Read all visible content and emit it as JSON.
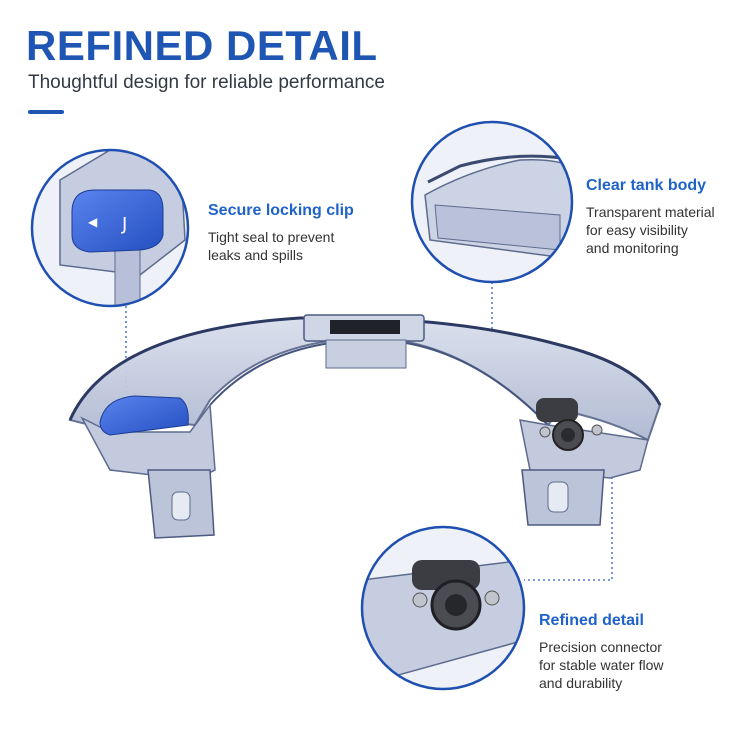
{
  "header": {
    "title": "REFINED DETAIL",
    "subtitle": "Thoughtful design for reliable performance"
  },
  "callouts": [
    {
      "title": "Secure locking clip",
      "description": "Tight seal to prevent\nleaks and spills"
    },
    {
      "title": "Clear tank body",
      "description": "Transparent material\nfor easy visibility\nand monitoring"
    },
    {
      "title": "Refined detail",
      "description": "Precision connector\nfor stable water flow\nand durability"
    }
  ],
  "colors": {
    "accent": "#1f56b3",
    "callout_title": "#1f63c8",
    "tank_tint": "#b7c1d8",
    "tank_edge": "#5d6b8e",
    "clip_blue": "#2f5fd1",
    "connector": "#3b3d42"
  }
}
